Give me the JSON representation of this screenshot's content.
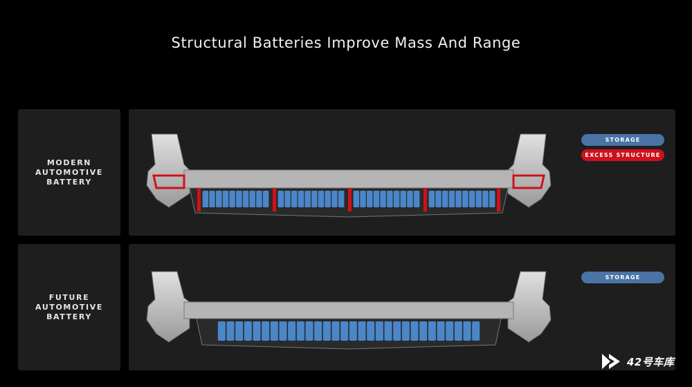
{
  "title": "Structural Batteries Improve Mass And Range",
  "rows": [
    {
      "label": "MODERN\nAUTOMOTIVE\nBATTERY",
      "legend": [
        {
          "text": "STORAGE",
          "color": "#4a73a6"
        },
        {
          "text": "EXCESS STRUCTURE",
          "color": "#d0101a"
        }
      ]
    },
    {
      "label": "FUTURE\nAUTOMOTIVE\nBATTERY",
      "legend": [
        {
          "text": "STORAGE",
          "color": "#4a73a6"
        }
      ]
    }
  ],
  "colors": {
    "cell": "#4a86c8",
    "structure": "#d0101a",
    "body": "#bdbdbd"
  },
  "cell_counts": {
    "modern_modules": [
      10,
      10,
      10,
      10
    ],
    "future": 30
  },
  "watermark": {
    "text": "42号车库",
    "icon": "play-logo-icon"
  }
}
